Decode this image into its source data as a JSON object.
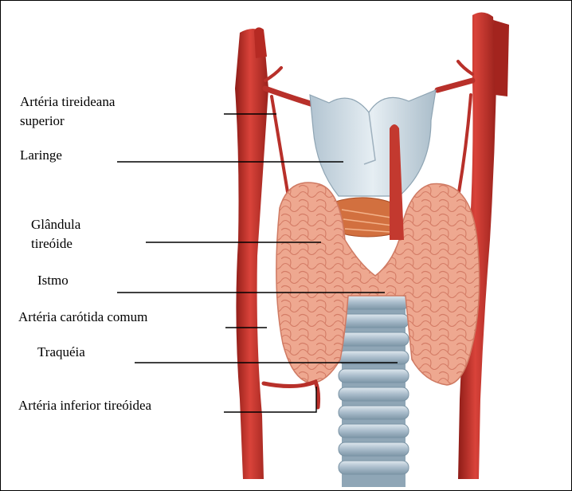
{
  "diagram": {
    "labels": {
      "superior_artery_line1": "Artéria tireideana",
      "superior_artery_line2": "superior",
      "larynx": "Laringe",
      "gland_line1": "Glândula",
      "gland_line2": "tireóide",
      "isthmus": "Istmo",
      "carotid": "Artéria carótida comum",
      "trachea": "Traquéia",
      "inferior_artery": "Artéria inferior tireóidea"
    },
    "colors": {
      "artery": "#c6322a",
      "artery_dark": "#8e1c17",
      "gland": "#eda58e",
      "gland_lobule": "#d67e68",
      "cartilage": "#c6d5df",
      "trachea_ring": "#9fb4c2",
      "muscle": "#d2703f",
      "leader": "#000000"
    }
  }
}
